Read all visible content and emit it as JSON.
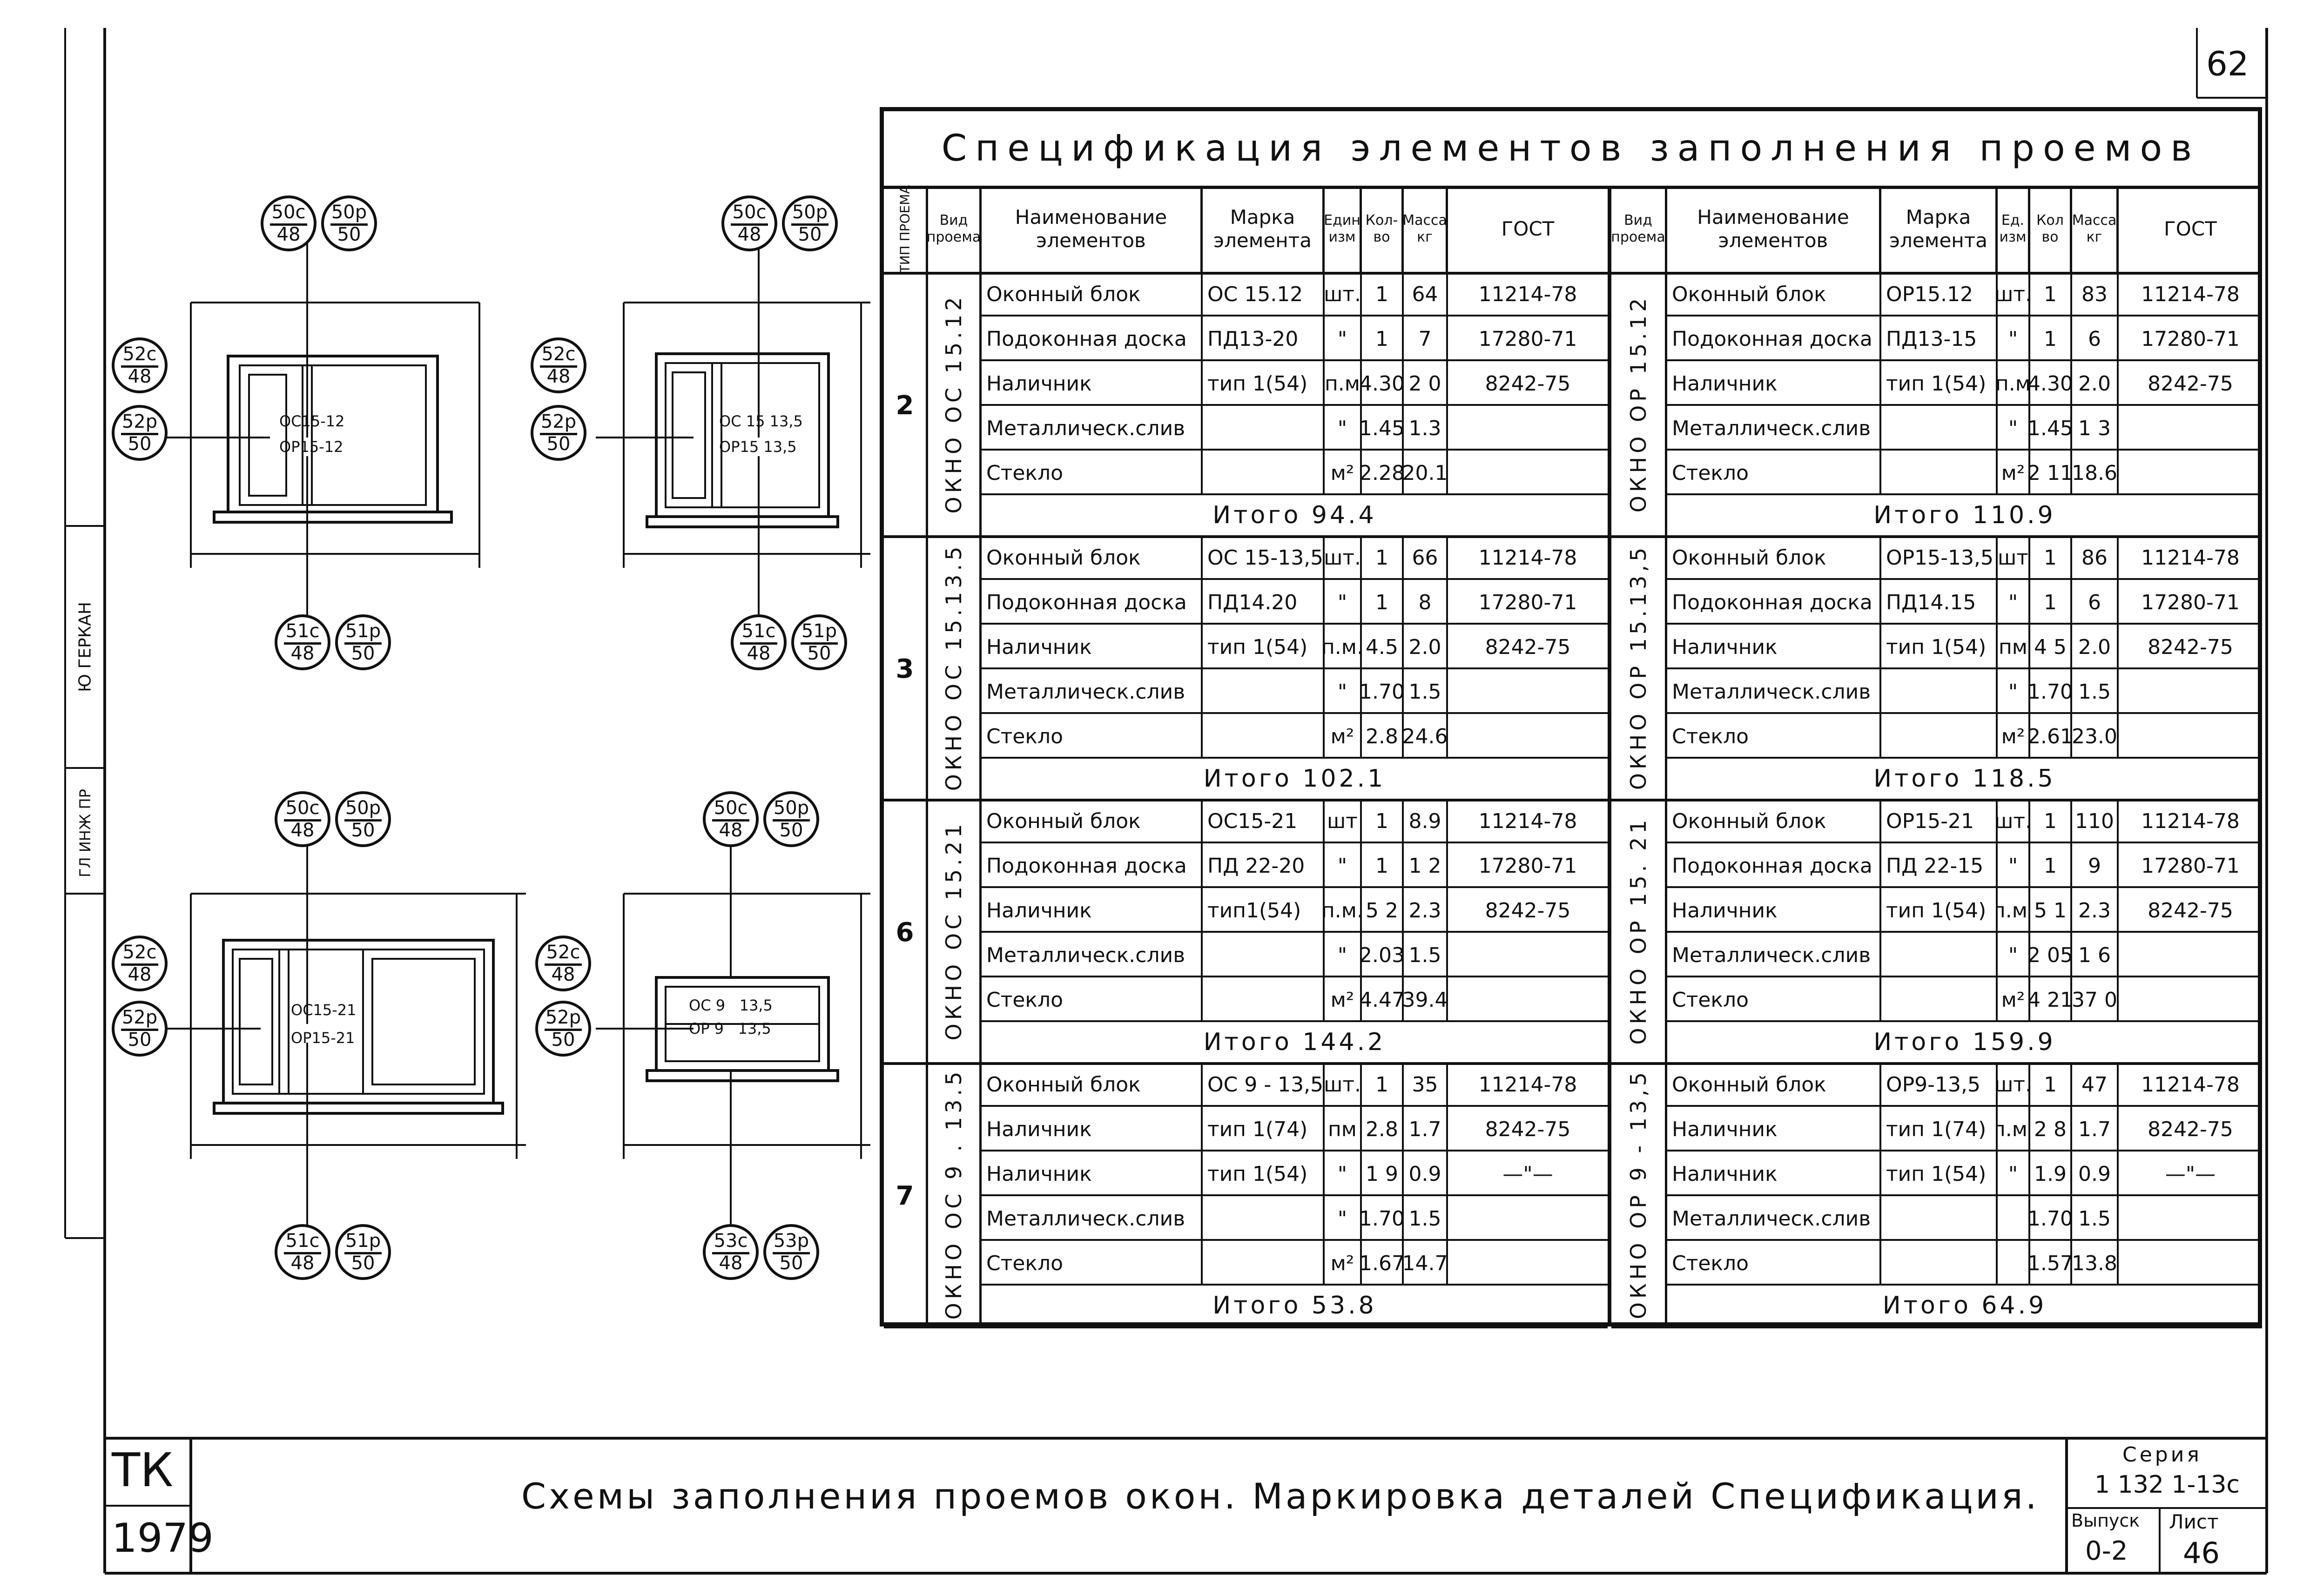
{
  "sheet_number": "62",
  "side_stamp": "Ю ГЕРКАН",
  "side_stamp2": "ГЛ ИНЖ ПР",
  "spec_title": "Спецификация элементов заполнения проемов",
  "headers_left": {
    "type": "ТИП ПРОЕМА",
    "kind": "Вид проема",
    "name": "Наименование элементов",
    "mark": "Марка элемента",
    "unit": "Един изм",
    "qty": "Кол-во",
    "mass": "Масса кг",
    "gost": "ГОСТ"
  },
  "headers_right": {
    "kind": "Вид проема",
    "name": "Наименование элементов",
    "mark": "Марка элемента",
    "unit": "Ед. изм",
    "qty": "Кол во",
    "mass": "Масса кг",
    "gost": "ГОСТ"
  },
  "groups": [
    {
      "type": "2",
      "left": {
        "kind": "ОКНО ОС 15.12",
        "rows": [
          [
            "Оконный блок",
            "ОС 15.12",
            "шт.",
            "1",
            "64",
            "11214-78"
          ],
          [
            "Подоконная доска",
            "ПД13-20",
            "\"",
            "1",
            "7",
            "17280-71"
          ],
          [
            "Наличник",
            "тип 1(54)",
            "п.м",
            "4.30",
            "2 0",
            "8242-75"
          ],
          [
            "Металлическ.слив",
            "",
            "\"",
            "1.45",
            "1.3",
            ""
          ],
          [
            "Стекло",
            "",
            "м²",
            "2.28",
            "20.1",
            ""
          ]
        ],
        "total": "Итого 94.4"
      },
      "right": {
        "kind": "ОКНО ОР 15.12",
        "rows": [
          [
            "Оконный блок",
            "ОР15.12",
            "шт.",
            "1",
            "83",
            "11214-78"
          ],
          [
            "Подоконная доска",
            "ПД13-15",
            "\"",
            "1",
            "6",
            "17280-71"
          ],
          [
            "Наличник",
            "тип 1(54)",
            "п.м",
            "4.30",
            "2.0",
            "8242-75"
          ],
          [
            "Металлическ.слив",
            "",
            "\"",
            "1.45",
            "1 3",
            ""
          ],
          [
            "Стекло",
            "",
            "м²",
            "2 11",
            "18.6",
            ""
          ]
        ],
        "total": "Итого 110.9"
      }
    },
    {
      "type": "3",
      "left": {
        "kind": "ОКНО ОС 15.13.5",
        "rows": [
          [
            "Оконный блок",
            "ОС 15-13,5",
            "шт.",
            "1",
            "66",
            "11214-78"
          ],
          [
            "Подоконная доска",
            "ПД14.20",
            "\"",
            "1",
            "8",
            "17280-71"
          ],
          [
            "Наличник",
            "тип 1(54)",
            "п.м.",
            "4.5",
            "2.0",
            "8242-75"
          ],
          [
            "Металлическ.слив",
            "",
            "\"",
            "1.70",
            "1.5",
            ""
          ],
          [
            "Стекло",
            "",
            "м²",
            "2.8",
            "24.6",
            ""
          ]
        ],
        "total": "Итого 102.1"
      },
      "right": {
        "kind": "ОКНО ОР 15.13,5",
        "rows": [
          [
            "Оконный блок",
            "ОР15-13,5",
            "шт",
            "1",
            "86",
            "11214-78"
          ],
          [
            "Подоконная доска",
            "ПД14.15",
            "\"",
            "1",
            "6",
            "17280-71"
          ],
          [
            "Наличник",
            "тип 1(54)",
            "пм",
            "4 5",
            "2.0",
            "8242-75"
          ],
          [
            "Металлическ.слив",
            "",
            "\"",
            "1.70",
            "1.5",
            ""
          ],
          [
            "Стекло",
            "",
            "м²",
            "2.61",
            "23.0",
            ""
          ]
        ],
        "total": "Итого 118.5"
      }
    },
    {
      "type": "6",
      "left": {
        "kind": "ОКНО ОС 15.21",
        "rows": [
          [
            "Оконный блок",
            "ОС15-21",
            "шт",
            "1",
            "8.9",
            "11214-78"
          ],
          [
            "Подоконная доска",
            "ПД 22-20",
            "\"",
            "1",
            "1 2",
            "17280-71"
          ],
          [
            "Наличник",
            "тип1(54)",
            "п.м.",
            "5 2",
            "2.3",
            "8242-75"
          ],
          [
            "Металлическ.слив",
            "",
            "\"",
            "2.03",
            "1.5",
            ""
          ],
          [
            "Стекло",
            "",
            "м²",
            "4.47",
            "39.4",
            ""
          ]
        ],
        "total": "Итого 144.2"
      },
      "right": {
        "kind": "ОКНО ОР 15. 21",
        "rows": [
          [
            "Оконный блок",
            "ОР15-21",
            "шт.",
            "1",
            "110",
            "11214-78"
          ],
          [
            "Подоконная доска",
            "ПД 22-15",
            "\"",
            "1",
            "9",
            "17280-71"
          ],
          [
            "Наличник",
            "тип 1(54)",
            "п.м.",
            "5 1",
            "2.3",
            "8242-75"
          ],
          [
            "Металлическ.слив",
            "",
            "\"",
            "2 05",
            "1 6",
            ""
          ],
          [
            "Стекло",
            "",
            "м²",
            "4 21",
            "37 0",
            ""
          ]
        ],
        "total": "Итого 159.9"
      }
    },
    {
      "type": "7",
      "left": {
        "kind": "ОКНО ОС 9 . 13.5",
        "rows": [
          [
            "Оконный блок",
            "ОС 9 - 13,5",
            "шт.",
            "1",
            "35",
            "11214-78"
          ],
          [
            "Наличник",
            "тип 1(74)",
            "пм",
            "2.8",
            "1.7",
            "8242-75"
          ],
          [
            "Наличник",
            "тип 1(54)",
            "\"",
            "1 9",
            "0.9",
            "—\"—"
          ],
          [
            "Металлическ.слив",
            "",
            "\"",
            "1.70",
            "1.5",
            ""
          ],
          [
            "Стекло",
            "",
            "м²",
            "1.67",
            "14.7",
            ""
          ]
        ],
        "total": "Итого 53.8"
      },
      "right": {
        "kind": "ОКНО ОР 9 - 13,5",
        "rows": [
          [
            "Оконный блок",
            "ОР9-13,5",
            "шт.",
            "1",
            "47",
            "11214-78"
          ],
          [
            "Наличник",
            "тип 1(74)",
            "п.м.",
            "2 8",
            "1.7",
            "8242-75"
          ],
          [
            "Наличник",
            "тип 1(54)",
            "\"",
            "1.9",
            "0.9",
            "—\"—"
          ],
          [
            "Металлическ.слив",
            "",
            "",
            "1.70",
            "1.5",
            ""
          ],
          [
            "Стекло",
            "",
            "",
            "1.57",
            "13.8",
            ""
          ]
        ],
        "total": "Итого 64.9"
      }
    }
  ],
  "drawings": {
    "w1": {
      "label_top": "ОС15-12",
      "label_bot": "ОР15-12"
    },
    "w2": {
      "label_top": "ОС 15 13,5",
      "label_bot": "ОР15 13,5"
    },
    "w3": {
      "label_top": "ОС15-21",
      "label_bot": "ОР15-21"
    },
    "w4": {
      "label_top": "ОС 9   13,5",
      "label_bot": "ОР 9   13,5"
    },
    "bubbles": {
      "b50c": [
        "50с",
        "48"
      ],
      "b50p": [
        "50р",
        "50"
      ],
      "b52c": [
        "52с",
        "48"
      ],
      "b52p": [
        "52р",
        "50"
      ],
      "b51c": [
        "51с",
        "48"
      ],
      "b51p": [
        "51р",
        "50"
      ],
      "b53c": [
        "53с",
        "48"
      ],
      "b53p": [
        "53р",
        "50"
      ]
    }
  },
  "title_block": {
    "tk": "ТК",
    "year": "1979",
    "main": "Схемы заполнения проемов окон. Маркировка деталей Спецификация.",
    "series_label": "Серия",
    "series_value": "1 132 1-13с",
    "issue_label": "Выпуск",
    "issue_value": "0-2",
    "sheet_label": "Лист",
    "sheet_value": "46"
  }
}
